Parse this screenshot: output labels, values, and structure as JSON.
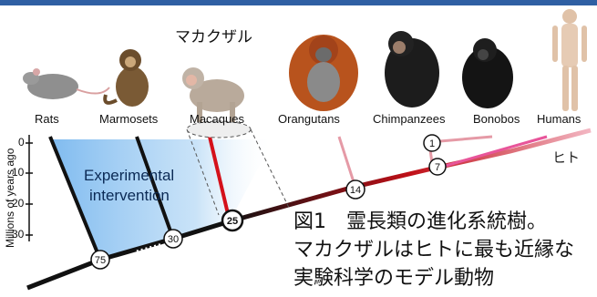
{
  "figure": {
    "macaque_japanese_label": "マカクザル",
    "human_japanese_label": "ヒト",
    "species": [
      "Rats",
      "Marmosets",
      "Macaques",
      "Orangutans",
      "Chimpanzees",
      "Bonobos",
      "Humans"
    ],
    "y_axis": {
      "label": "Millions of years ago",
      "ticks": [
        "0",
        "10",
        "20",
        "30"
      ]
    },
    "intervention_label": [
      "Experimental",
      "intervention"
    ],
    "node_labels": [
      "1",
      "7",
      "14",
      "25",
      "30",
      "75"
    ],
    "caption_lines": [
      "図1　霊長類の進化系統樹。",
      "マカクザルはヒトに最も近縁な",
      "実験科学のモデル動物"
    ],
    "colors": {
      "accent_bar": "#2f5fa3",
      "intervention_fill": "#8fc3f0",
      "macaque_branch": "#d4111b",
      "human_branch": "#e8559a",
      "ape_branch": "#e59aa6"
    }
  }
}
